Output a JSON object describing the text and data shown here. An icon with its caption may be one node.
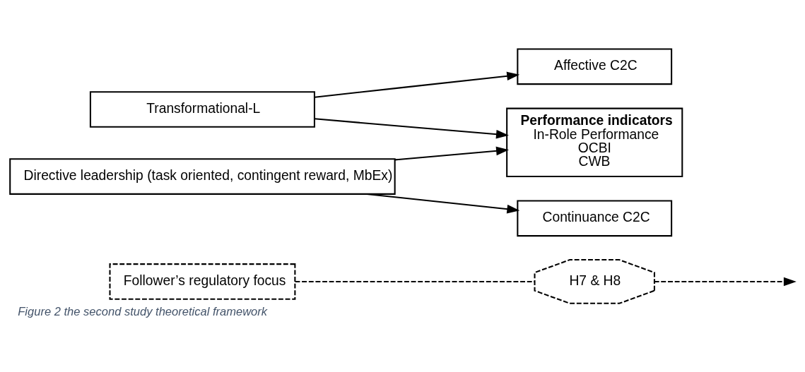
{
  "diagram": {
    "caption": "Figure 2 the second study theoretical framework",
    "nodes": [
      {
        "text": [
          "Follower’s regulatory focus"
        ]
      },
      {
        "text": [
          "H7 & H8"
        ]
      },
      {
        "text": [
          "Transformational-L"
        ]
      },
      {
        "text": [
          "Directive leadership (task oriented, contingent reward, MbEx)"
        ]
      },
      {
        "text": [
          "Affective C2C"
        ]
      },
      {
        "text": [
          "Continuance C2C"
        ]
      },
      {
        "text": [
          "Performance indicators",
          "In-Role Performance",
          "OCBI",
          "CWB"
        ]
      }
    ],
    "edges": [
      {
        "from": 0,
        "to": 1,
        "arrow": "none",
        "style": "dashed"
      },
      {
        "from": 1,
        "to": null,
        "arrow": "to",
        "style": "dashed"
      },
      {
        "from": 2,
        "to": 4,
        "arrow": "to"
      },
      {
        "from": 2,
        "to": 6,
        "arrow": "to"
      },
      {
        "from": 3,
        "to": 5,
        "arrow": "to"
      },
      {
        "from": 3,
        "to": 6,
        "arrow": "to"
      }
    ]
  }
}
